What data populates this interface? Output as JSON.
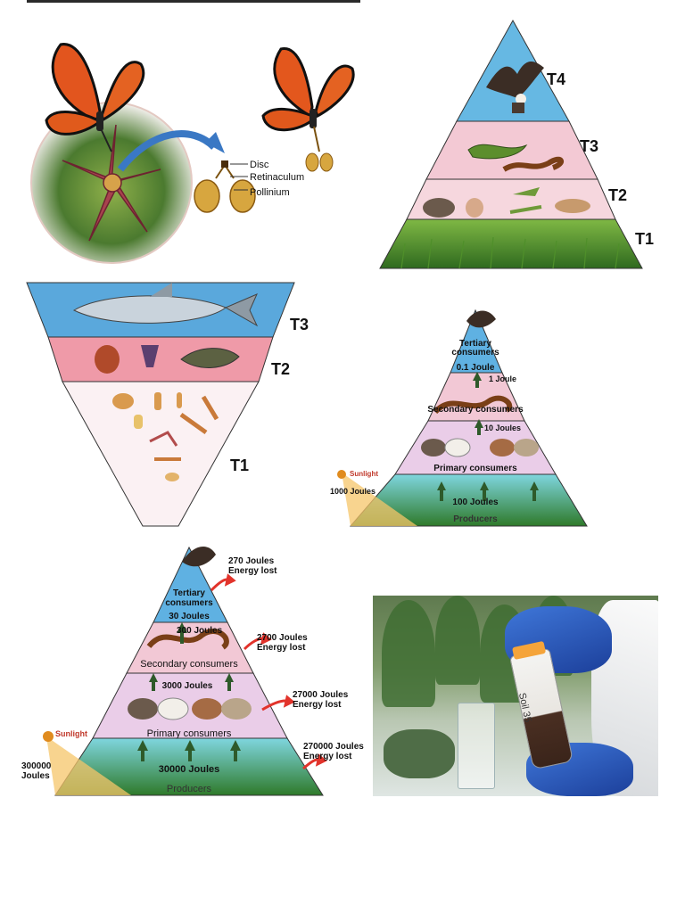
{
  "pollination": {
    "labels": [
      "Disc",
      "Retinaculum",
      "Pollinium"
    ]
  },
  "pyramid_terrestrial": {
    "levels": [
      "T4",
      "T3",
      "T2",
      "T1"
    ]
  },
  "pyramid_aquatic": {
    "levels": [
      "T3",
      "T2",
      "T1"
    ]
  },
  "energy_pyramid_small": {
    "sunlight_label": "Sunlight",
    "sunlight_value": "1000 Joules",
    "tertiary_name": "Tertiary\nconsumers",
    "tertiary_value": "0.1 Joule",
    "flow_1": "1 Joule",
    "secondary_name": "Secondary consumers",
    "flow_2": "10 Joules",
    "primary_name": "Primary consumers",
    "producer_value": "100 Joules",
    "producer_name": "Producers"
  },
  "energy_pyramid_large": {
    "sunlight_label": "Sunlight",
    "sunlight_value": "300000\nJoules",
    "tertiary_name": "Tertiary\nconsumers",
    "tertiary_value": "30 Joules",
    "flow_1": "300 Joules",
    "secondary_name": "Secondary consumers",
    "flow_2": "3000 Joules",
    "primary_name": "Primary consumers",
    "producer_value": "30000 Joules",
    "producer_name": "Producers",
    "losses": [
      "270 Joules\nEnergy lost",
      "2700 Joules\nEnergy lost",
      "27000 Joules\nEnergy lost",
      "270000 Joules\nEnergy lost"
    ]
  },
  "photo": {
    "tube_label": "Soil 35"
  }
}
